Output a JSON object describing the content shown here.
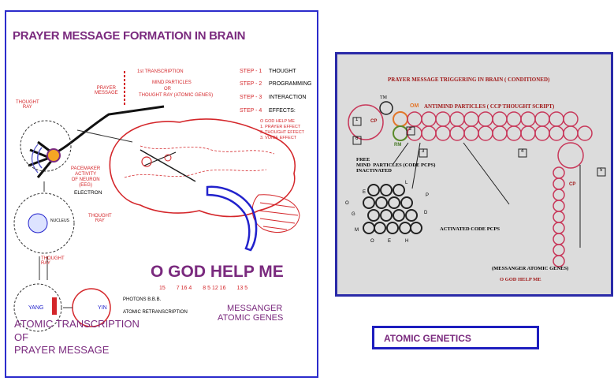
{
  "left": {
    "title": "PRAYER MESSAGE FORMATION IN BRAIN",
    "first_transcription": "1st TRANSCRIPTION",
    "mind_particles": "MIND PARTICLES",
    "or": "OR",
    "thought_ray_genes": "THOUGHT RAY (ATOMIC GENES)",
    "prayer_message": "PRAYER\nMESSAGE",
    "thought_ray": "THOUGHT\nRAY",
    "step1": "STEP - 1",
    "step1_val": "THOUGHT",
    "step2": "STEP - 2",
    "step2_val": "PROGRAMMING",
    "step3": "STEP - 3",
    "step3_val": "INTERACTION",
    "step4": "STEP - 4",
    "step4_val": "EFFECTS:",
    "effects": [
      "O GOD HELP ME",
      "1. PRAYER EFFECT",
      "2. THOUGHT EFFECT",
      "3. VOICE EFFECT"
    ],
    "pacemaker": "PACEMAKER\nACTIVITY\nOF NEURON\n(EEG)",
    "electron": "ELECTRON",
    "nucleus": "NUCLEUS",
    "thought_ray_2": "THOUGHT\nRAY",
    "thought_ray_3": "THOUGHT\nRAY",
    "yang": "YANG",
    "yin": "YIN",
    "photons": "PHOTONS B.B.B.",
    "atomic_retranscription": "ATOMIC RETRANSCRIPTION",
    "headline": "O GOD HELP ME",
    "codes": [
      "15",
      "7 16 4",
      "8 5 12 16",
      "13 5"
    ],
    "messanger": "MESSANGER",
    "atomic_genes": "ATOMIC GENES",
    "atomic_transcription": "ATOMIC TRANSCRIPTION",
    "of": "OF",
    "prayer_message_2": "PRAYER MESSAGE"
  },
  "right": {
    "title": "PRAYER MESSAGE TRIGGERING IN BRAIN ( CONDITIONED)",
    "tm": "TM",
    "cp": "CP",
    "om": "OM",
    "rm": "RM",
    "antimind": "ANTIMIND PARTICLES  ( CCP  THOUGHT SCRIPT)",
    "box_labels": [
      "1",
      "2",
      "3",
      "4",
      "5",
      "6"
    ],
    "free_mind": "FREE\nMIND  PARTICLES (CODE PCPS)\nINACTIVATED",
    "letters": [
      "E",
      "L",
      "O",
      "G",
      "P",
      "D",
      "M",
      "O",
      "E",
      "H"
    ],
    "activated": "ACTIVATED CODE PCPS",
    "cp_vertical": "CP",
    "messanger_genes": "(MESSANGER ATOMIC GENES)",
    "o_god": "O GOD HELP ME"
  },
  "caption": "ATOMIC GENETICS",
  "colors": {
    "border": "#2c2ccc",
    "red": "#d4262a",
    "purple": "#7a2a7e",
    "panel_gray": "#dcdcdc"
  }
}
